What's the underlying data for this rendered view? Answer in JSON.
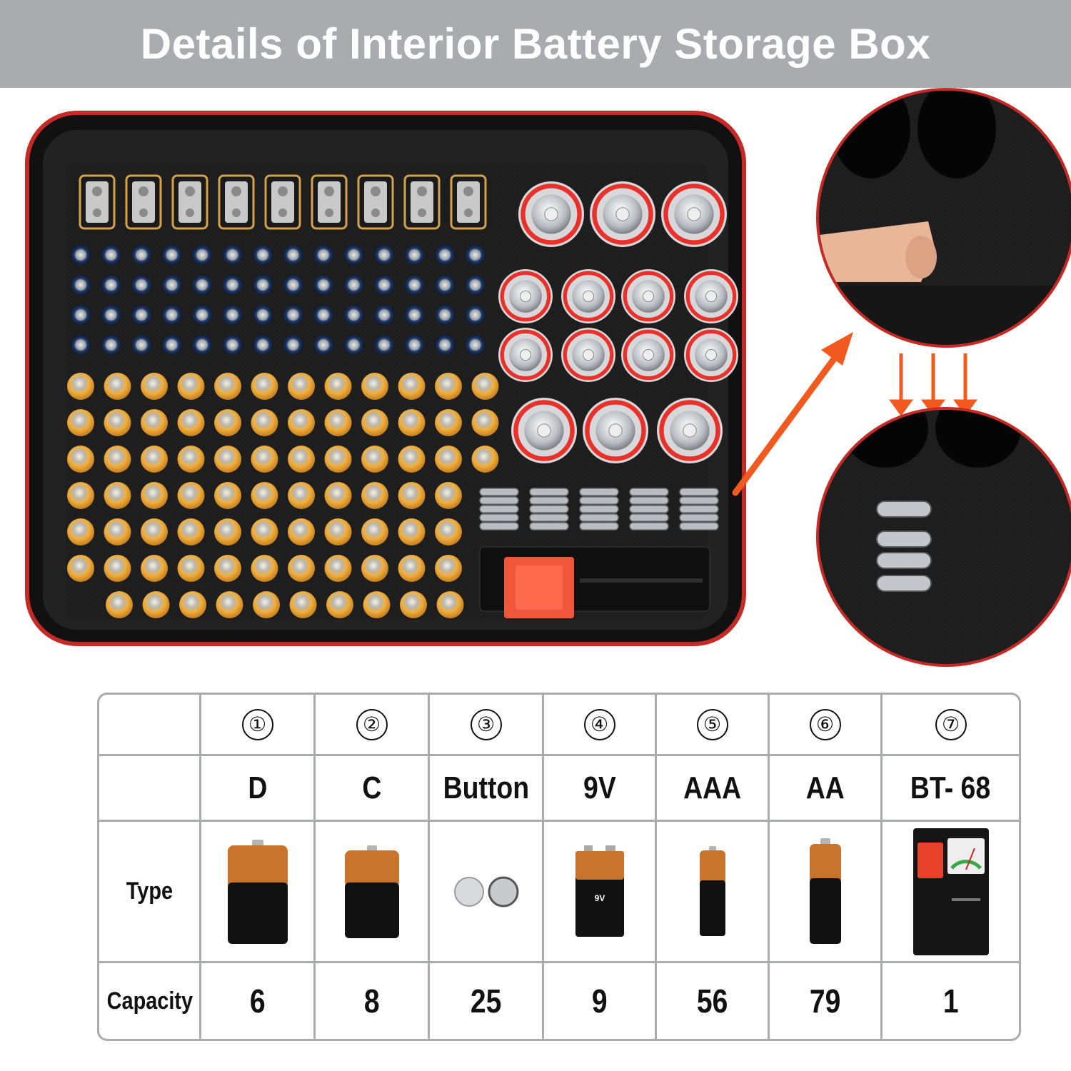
{
  "header": {
    "title": "Details of Interior Battery Storage Box"
  },
  "table": {
    "row_labels": {
      "type": "Type",
      "capacity": "Capacity"
    },
    "columns": [
      {
        "index": "①",
        "name": "D",
        "capacity": "6",
        "icon": "d-battery-icon"
      },
      {
        "index": "②",
        "name": "C",
        "capacity": "8",
        "icon": "c-battery-icon"
      },
      {
        "index": "③",
        "name": "Button",
        "capacity": "25",
        "icon": "button-cell-icon"
      },
      {
        "index": "④",
        "name": "9V",
        "capacity": "9",
        "icon": "9v-battery-icon",
        "icon_label": "9V"
      },
      {
        "index": "⑤",
        "name": "AAA",
        "capacity": "56",
        "icon": "aaa-battery-icon"
      },
      {
        "index": "⑥",
        "name": "AA",
        "capacity": "79",
        "icon": "aa-battery-icon"
      },
      {
        "index": "⑦",
        "name": "BT- 68",
        "capacity": "1",
        "icon": "battery-tester-icon"
      }
    ]
  },
  "colors": {
    "banner": "#a9abae",
    "accent_red": "#e8312a",
    "battery_copper": "#c8742c",
    "foam": "#1c1c1c"
  }
}
